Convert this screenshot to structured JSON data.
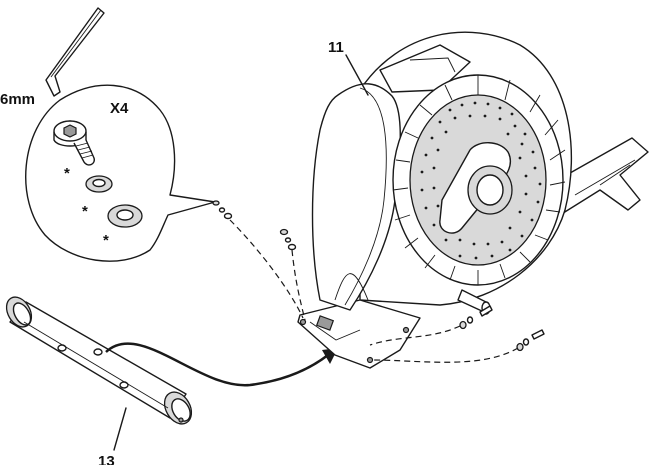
{
  "labels": {
    "tool_size": "6mm",
    "quantity": "X4",
    "part_frame": "11",
    "part_stabilizer": "13",
    "asterisk": "*"
  },
  "icons": {
    "hex_key": "allen-key-icon",
    "bolt": "hex-bolt-icon",
    "washer": "washer-icon",
    "arrow": "curved-arrow-icon"
  },
  "colors": {
    "line": "#1a1a1a",
    "fill_light": "#d9d9d9",
    "fill_dark": "#9a9a9a",
    "background": "#ffffff"
  }
}
